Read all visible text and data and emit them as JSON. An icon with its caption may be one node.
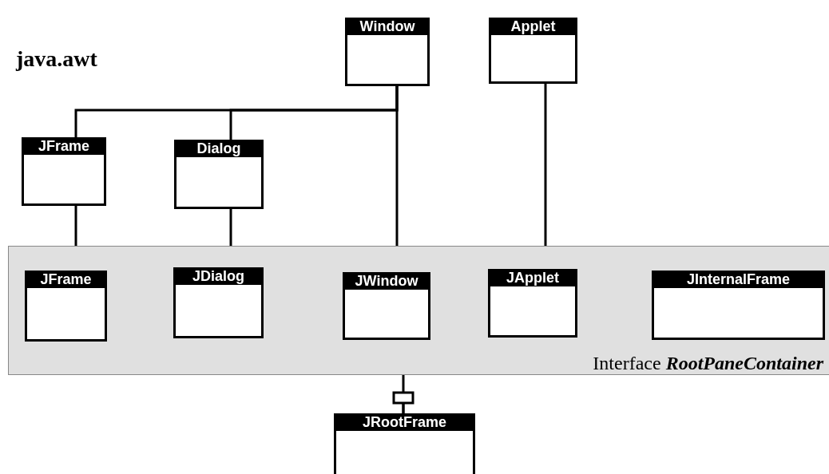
{
  "diagram": {
    "title": "java.awt",
    "nodes": [
      {
        "text": [
          "Window"
        ]
      },
      {
        "text": [
          "Applet"
        ]
      },
      {
        "text": [
          "JFrame"
        ]
      },
      {
        "text": [
          "Dialog"
        ]
      },
      {
        "text": [
          "Interface **RootPaneContainer**"
        ]
      },
      {
        "text": [
          "JFrame"
        ],
        "in": 4
      },
      {
        "text": [
          "JDialog"
        ],
        "in": 4
      },
      {
        "text": [
          "JWindow"
        ],
        "in": 4
      },
      {
        "text": [
          "JApplet"
        ],
        "in": 4
      },
      {
        "text": [
          "JInternalFrame"
        ],
        "in": 4
      },
      {
        "text": [
          "JRootFrame"
        ]
      }
    ],
    "edges": [
      {
        "from": 0,
        "to": 2,
        "arrow": "none"
      },
      {
        "from": 0,
        "to": 3,
        "arrow": "none"
      },
      {
        "from": 0,
        "to": 7,
        "arrow": "none"
      },
      {
        "from": 1,
        "to": 8,
        "arrow": "none"
      },
      {
        "from": 2,
        "to": 5,
        "arrow": "none"
      },
      {
        "from": 3,
        "to": 6,
        "arrow": "none"
      },
      {
        "from": 4,
        "to": 10,
        "arrow": "other"
      }
    ]
  }
}
